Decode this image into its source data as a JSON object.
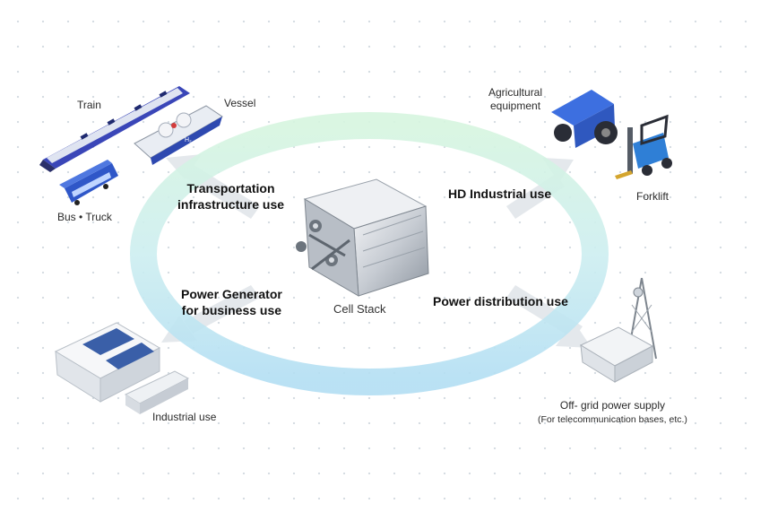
{
  "center": {
    "label": "Cell Stack"
  },
  "uses": {
    "transport_line1": "Transportation",
    "transport_line2": "infrastructure use",
    "hd_industrial": "HD Industrial use",
    "power_gen_line1": "Power Generator",
    "power_gen_line2": "for business use",
    "power_distribution": "Power distribution use"
  },
  "applications": {
    "train": "Train",
    "vessel": "Vessel",
    "vessel_hull_mark": "H₂",
    "bus_truck": "Bus • Truck",
    "agri_line1": "Agricultural",
    "agri_line2": "equipment",
    "forklift": "Forklift",
    "industrial": "Industrial use",
    "offgrid_line1": "Off- grid power supply",
    "offgrid_line2": "(For telecommunication bases, etc.)"
  },
  "colors": {
    "ring_top": "#c9f0d6",
    "ring_bottom": "#aee0f2",
    "arrow_grey": "#e2e6ea",
    "train_blue": "#3a46b8",
    "tractor_blue": "#3d6fe0",
    "forklift_blue": "#2f7fd6"
  }
}
